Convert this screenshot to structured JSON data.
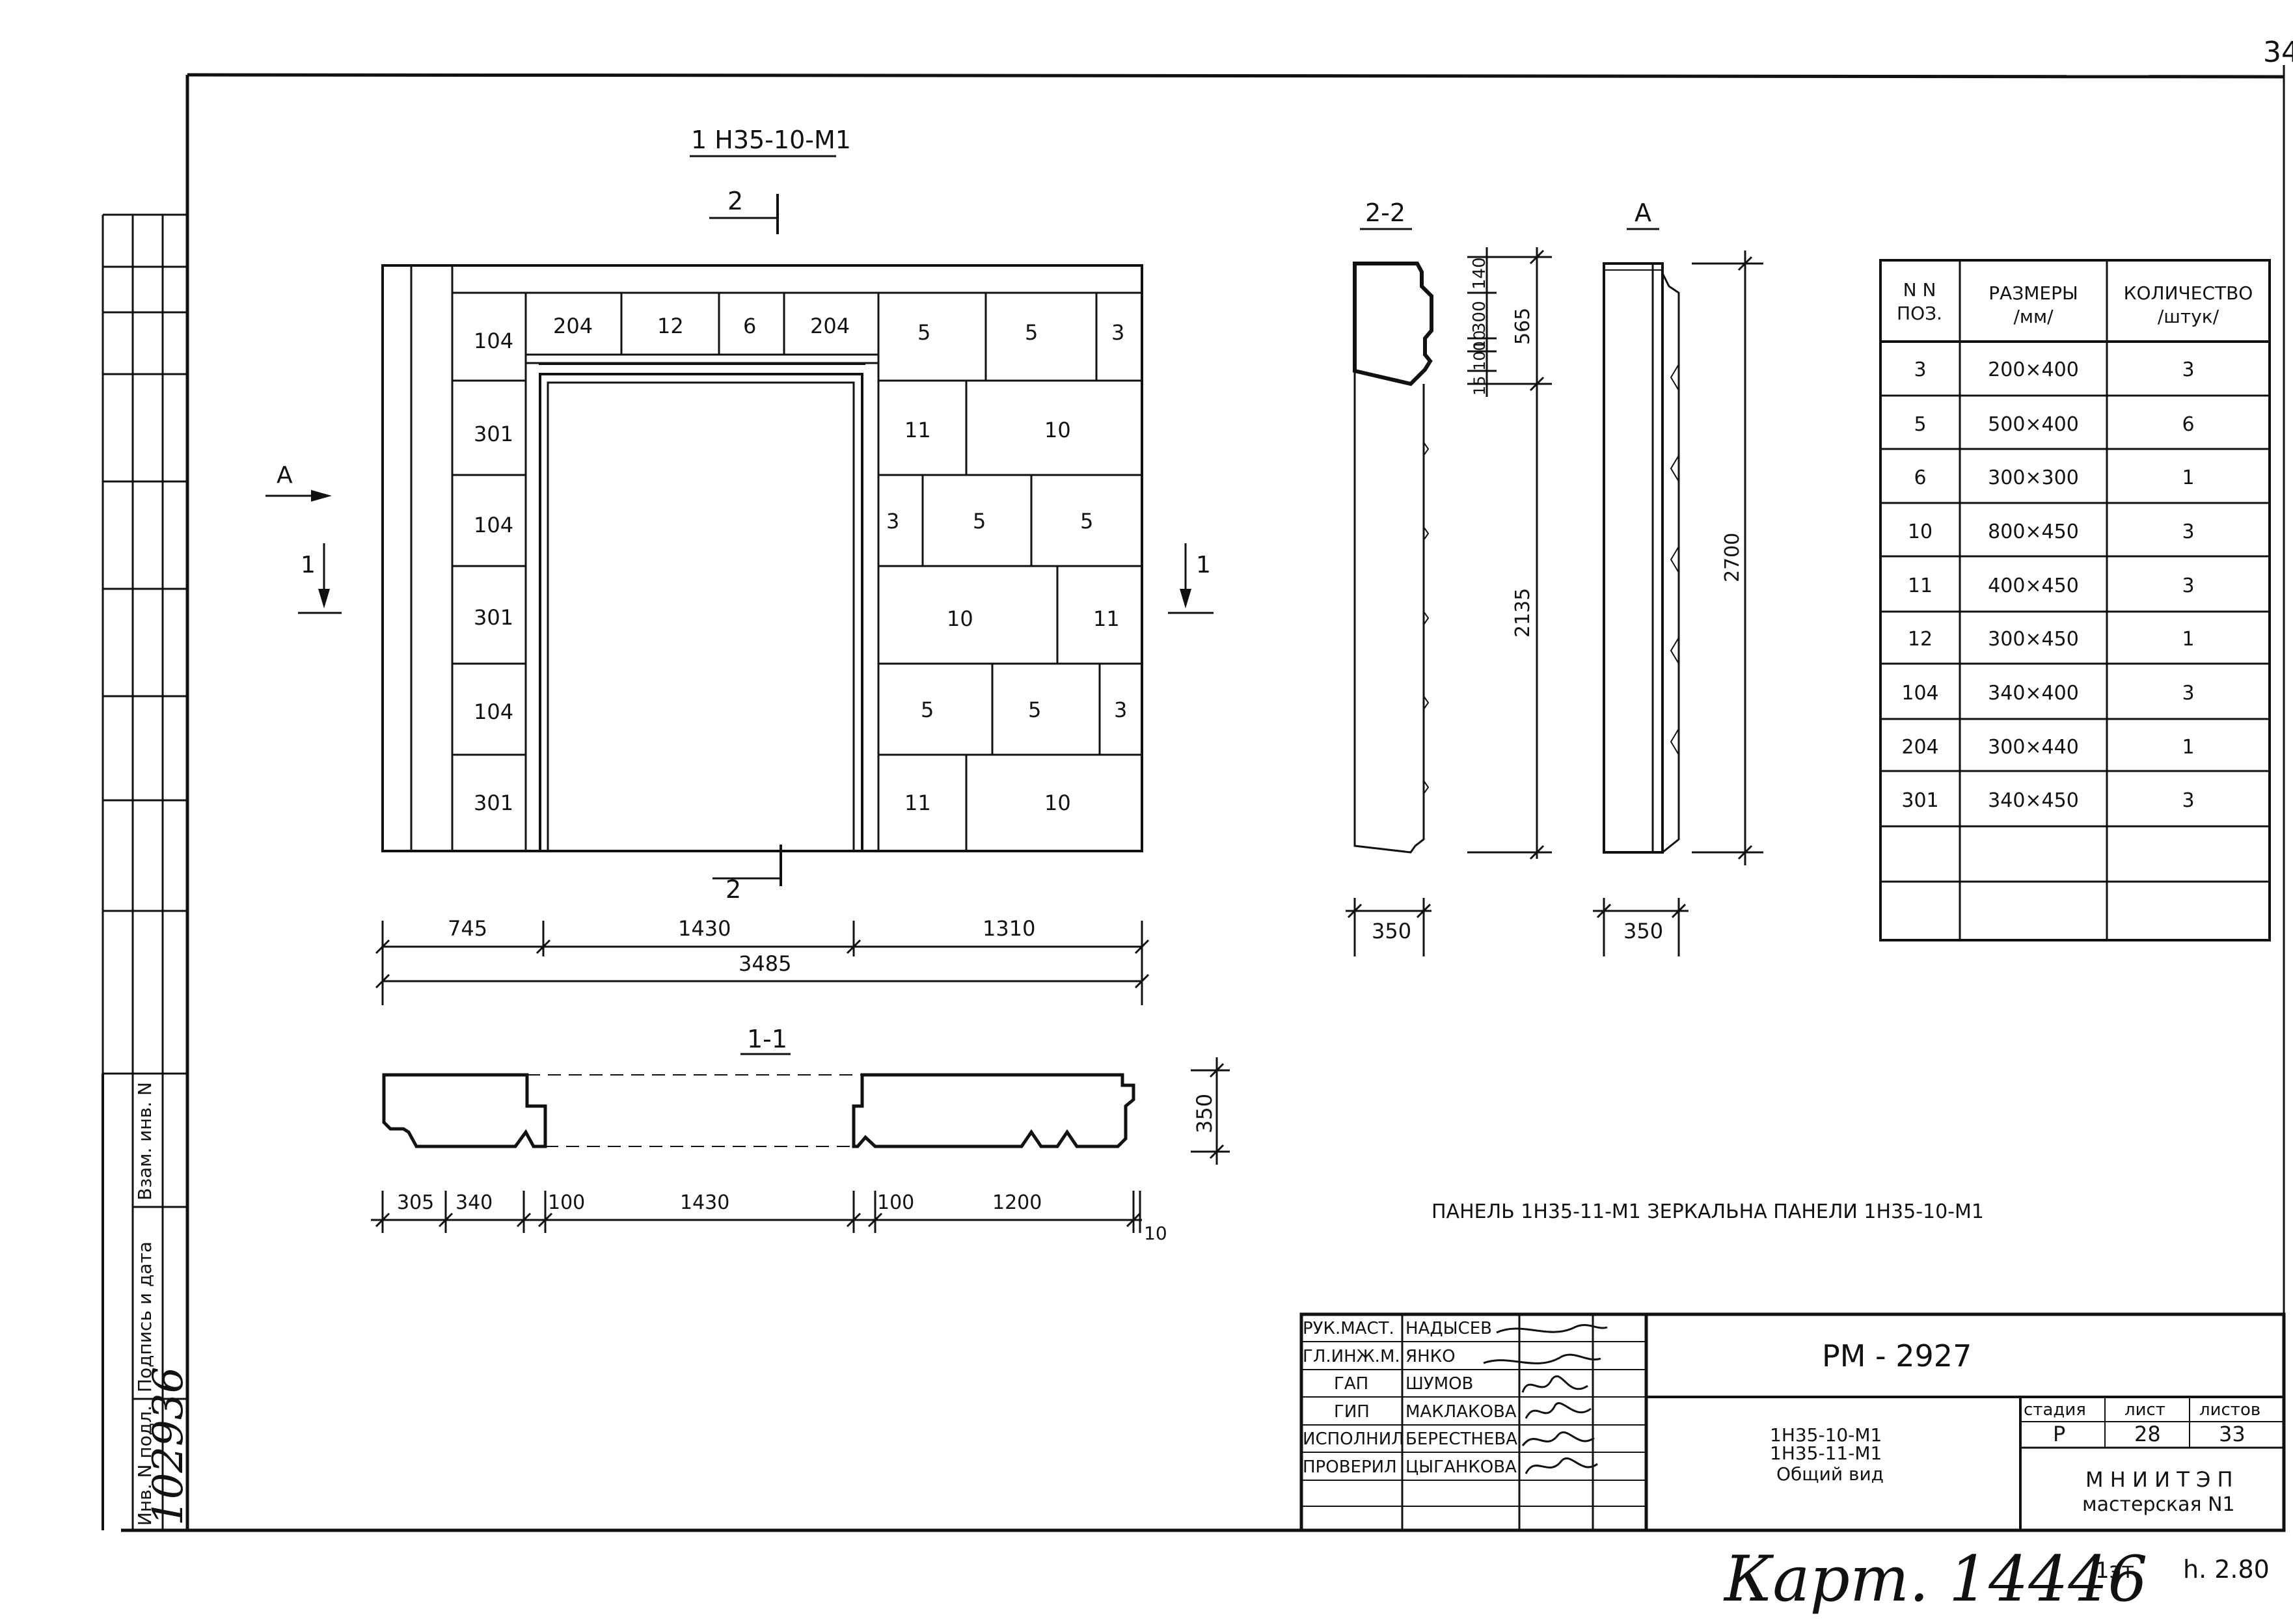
{
  "page_number": "34",
  "elevation": {
    "title": "1 Н35-10-М1",
    "section_mark_top": "2",
    "section_mark_bottom": "2",
    "arrow_a": "А",
    "arrow_1_left": "1",
    "arrow_1_right": "1",
    "left_column": [
      "104",
      "301",
      "104",
      "301",
      "104",
      "301"
    ],
    "lintel_row": [
      "204",
      "12",
      "6",
      "204"
    ],
    "right_rows": [
      [
        "5",
        "5",
        "3"
      ],
      [
        "11",
        "10"
      ],
      [
        "3",
        "5",
        "5"
      ],
      [
        "10",
        "11"
      ],
      [
        "5",
        "5",
        "3"
      ],
      [
        "11",
        "10"
      ]
    ]
  },
  "dims_elevation": {
    "d1": "745",
    "d2": "1430",
    "d3": "1310",
    "total": "3485"
  },
  "section_1": {
    "title": "1-1",
    "height": "350",
    "dims": [
      "305",
      "340",
      "100",
      "1430",
      "100",
      "1200"
    ],
    "end": "10"
  },
  "section_2": {
    "title": "2-2",
    "dims": [
      "140",
      "300",
      "10",
      "100",
      "15",
      "565",
      "2135"
    ],
    "width": "350"
  },
  "view_a": {
    "title": "А",
    "height": "2700",
    "width": "350"
  },
  "spec_table": {
    "headers": [
      "N N\nПОЗ.",
      "РАЗМЕРЫ\n/мм/",
      "КОЛИЧЕСТВО\n/штук/"
    ],
    "rows": [
      [
        "3",
        "200×400",
        "3"
      ],
      [
        "5",
        "500×400",
        "6"
      ],
      [
        "6",
        "300×300",
        "1"
      ],
      [
        "10",
        "800×450",
        "3"
      ],
      [
        "11",
        "400×450",
        "3"
      ],
      [
        "12",
        "300×450",
        "1"
      ],
      [
        "104",
        "340×400",
        "3"
      ],
      [
        "204",
        "300×440",
        "1"
      ],
      [
        "301",
        "340×450",
        "3"
      ]
    ]
  },
  "note": "ПАНЕЛЬ 1Н35-11-М1 ЗЕРКАЛЬНА ПАНЕЛИ 1Н35-10-М1",
  "side_stamp": {
    "labels": [
      "Инв. N подл.",
      "Подпись и дата",
      "Взам. инв. N"
    ],
    "inv_number": "102936"
  },
  "title_block": {
    "roles": [
      "РУК.МАСТ.",
      "ГЛ.ИНЖ.М.",
      "ГАП",
      "ГИП",
      "ИСПОЛНИЛ",
      "ПРОВЕРИЛ"
    ],
    "names": [
      "НАДЫСЕВ",
      "ЯНКО",
      "ШУМОВ",
      "МАКЛАКОВА",
      "БЕРЕСТНЕВА",
      "ЦЫГАНКОВА"
    ],
    "code": "РМ - 2927",
    "desc_lines": [
      "1Н35-10-М1",
      "1Н35-11-М1",
      "Общий вид"
    ],
    "stage_header": "стадия",
    "sheet_header": "лист",
    "sheets_header": "листов",
    "stage": "Р",
    "sheet": "28",
    "sheets": "33",
    "org_line1": "М Н И И Т Э П",
    "org_line2": "мастерская N1"
  },
  "footer": {
    "handwritten": "Карт. 14446",
    "note": "1эт",
    "date": "h. 2.80"
  }
}
